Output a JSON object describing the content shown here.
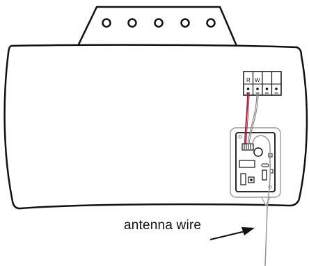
{
  "terminal_strip": {
    "labels": [
      "R",
      "W",
      "",
      ""
    ]
  },
  "callouts": {
    "antenna_label": "antenna wire"
  },
  "colors": {
    "outline": "#111111",
    "red_wire": "#c8102e",
    "white_wire": "#888888",
    "housing_gray": "#9a9a9a",
    "background": "#ffffff"
  }
}
